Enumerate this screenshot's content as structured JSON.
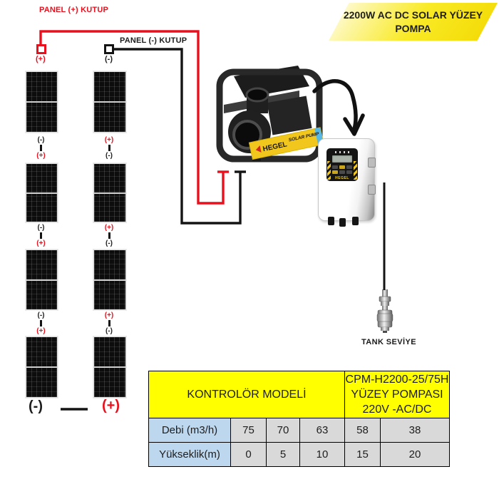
{
  "banner": {
    "line1": "2200W AC DC SOLAR YÜZEY",
    "line2": "POMPA"
  },
  "wiring": {
    "positive_label": "PANEL (+) KUTUP",
    "negative_label": "PANEL (-) KUTUP",
    "positive_terminal": "(+)",
    "negative_terminal": "(-)"
  },
  "panel_array": {
    "panel_count": 8,
    "left_top": "(+)",
    "right_top": "(-)",
    "left_links": [
      {
        "a": "(-)",
        "b": "(+)"
      },
      {
        "a": "(-)",
        "b": "(+)"
      },
      {
        "a": "(-)",
        "b": "(+)"
      }
    ],
    "right_links": [
      {
        "a": "(+)",
        "b": "(-)"
      },
      {
        "a": "(+)",
        "b": "(-)"
      },
      {
        "a": "(+)",
        "b": "(-)"
      }
    ],
    "left_bottom": "(-)",
    "right_bottom": "(+)"
  },
  "pump": {
    "brand": "HEGEL",
    "label": "SOLAR PUMP"
  },
  "controller": {
    "brand": "HEGEL"
  },
  "float_switch": {
    "label": "TANK SEVİYE"
  },
  "table": {
    "header_left": "KONTROLÖR MODELİ",
    "header_right_lines": [
      "CPM-H2200-25/75H",
      "YÜZEY POMPASI",
      "220V -AC/DC"
    ],
    "rows": [
      {
        "label": "Debi (m3/h)",
        "values": [
          "75",
          "70",
          "63",
          "58",
          "38"
        ]
      },
      {
        "label": "Yükseklik(m)",
        "values": [
          "0",
          "5",
          "10",
          "15",
          "20"
        ]
      }
    ]
  },
  "colors": {
    "wire_red": "#e8101d",
    "wire_black": "#141414",
    "header_yellow": "#ffff00",
    "label_blue": "#bdd7ee",
    "cell_gray": "#d9d9d9",
    "pump_yellow": "#f2c71d"
  }
}
